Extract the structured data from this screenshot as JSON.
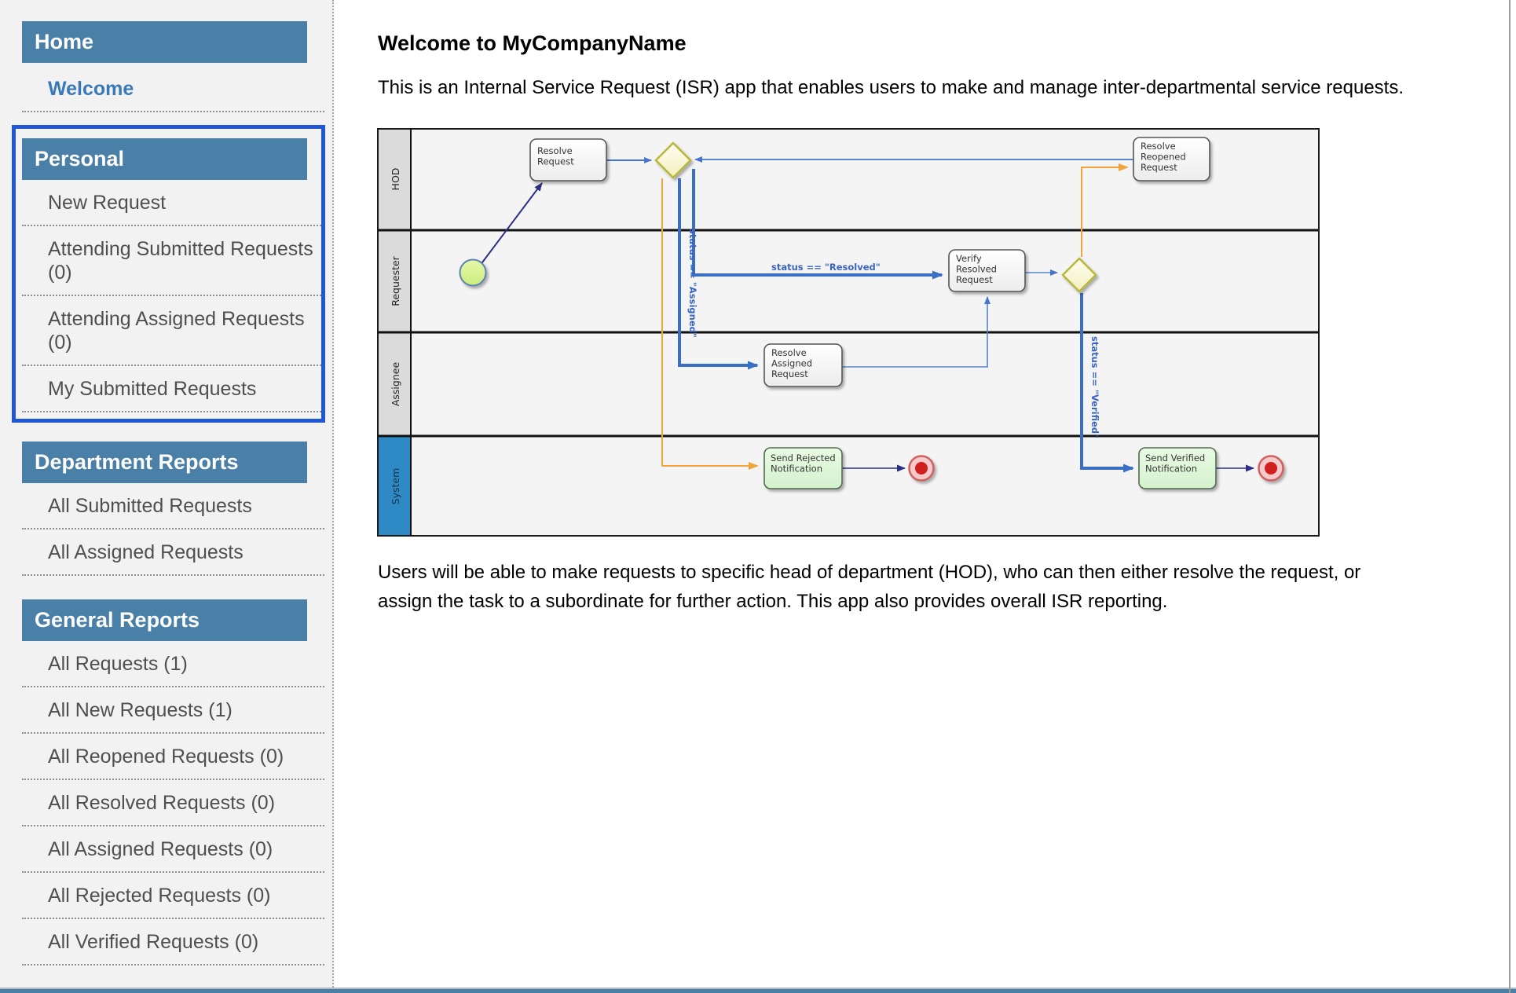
{
  "sidebar": {
    "home_header": "Home",
    "welcome": "Welcome",
    "personal_header": "Personal",
    "personal_items": [
      "New Request",
      "Attending Submitted Requests (0)",
      "Attending Assigned Requests (0)",
      "My Submitted Requests"
    ],
    "department_header": "Department Reports",
    "department_items": [
      "All Submitted Requests",
      "All Assigned Requests"
    ],
    "general_header": "General Reports",
    "general_items": [
      "All Requests (1)",
      "All New Requests (1)",
      "All Reopened Requests (0)",
      "All Resolved Requests (0)",
      "All Assigned Requests (0)",
      "All Rejected Requests (0)",
      "All Verified Requests (0)"
    ]
  },
  "main": {
    "title": "Welcome to MyCompanyName",
    "intro": "This is an Internal Service Request (ISR) app that enables users to make and manage inter-departmental service requests.",
    "outro_lines": [
      "Users will be able to make requests to specific head of department (HOD), who can then either resolve the request, or",
      "assign the task to a subordinate for further action. This app also provides overall ISR reporting."
    ]
  },
  "diagram": {
    "lanes": [
      "HOD",
      "Requester",
      "Assignee",
      "System"
    ],
    "tasks": {
      "resolve_request": [
        "Resolve",
        "Request"
      ],
      "resolve_reopened_request": [
        "Resolve",
        "Reopened",
        "Request"
      ],
      "verify_resolved_request": [
        "Verify",
        "Resolved",
        "Request"
      ],
      "resolve_assigned_request": [
        "Resolve",
        "Assigned",
        "Request"
      ],
      "send_rejected_notification": [
        "Send Rejected",
        "Notification"
      ],
      "send_verified_notification": [
        "Send Verified",
        "Notification"
      ]
    },
    "conditions": {
      "assigned": "status == \"Assigned\"",
      "resolved": "status == \"Resolved\"",
      "verified": "status == \"Verified\""
    }
  },
  "colors": {
    "header_blue": "#4a80a7",
    "system_lane_blue": "#2e89c4",
    "link_blue": "#3a79b8",
    "highlight_border": "#2058d4",
    "flow_blue": "#3a6fc6",
    "flow_orange": "#f2a33c",
    "flow_navy": "#2c2e85",
    "gateway_yellow": "#b9b63b",
    "start_green": "#cdee7d",
    "end_red": "#d01f1f"
  }
}
